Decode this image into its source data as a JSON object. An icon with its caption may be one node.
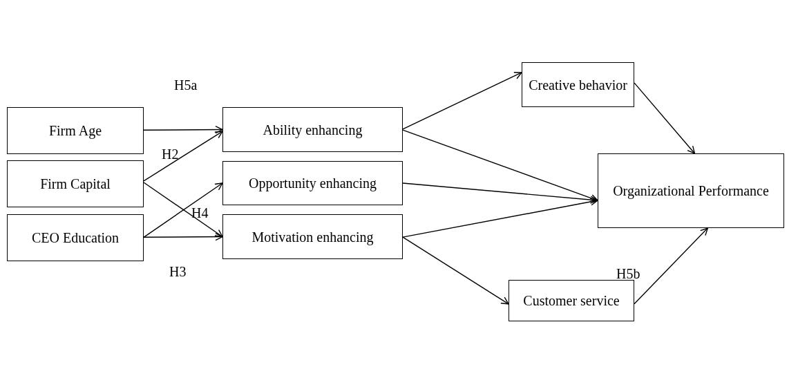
{
  "diagram": {
    "nodes": [
      {
        "text": [
          "Firm Age"
        ]
      },
      {
        "text": [
          "Firm Capital"
        ]
      },
      {
        "text": [
          "CEO Education"
        ]
      },
      {
        "text": [
          "Ability enhancing"
        ]
      },
      {
        "text": [
          "Opportunity enhancing"
        ]
      },
      {
        "text": [
          "Motivation enhancing"
        ]
      },
      {
        "text": [
          "Creative behavior"
        ]
      },
      {
        "text": [
          "Organizational Performance"
        ]
      },
      {
        "text": [
          "Customer service"
        ]
      }
    ],
    "edges": [
      {
        "from": 0,
        "to": 3,
        "arrow": "to"
      },
      {
        "from": 1,
        "to": 3,
        "arrow": "to"
      },
      {
        "from": 1,
        "to": 5,
        "arrow": "to"
      },
      {
        "from": 2,
        "to": 4,
        "arrow": "to"
      },
      {
        "from": 2,
        "to": 5,
        "arrow": "to"
      },
      {
        "from": 3,
        "to": 6,
        "arrow": "to"
      },
      {
        "from": 3,
        "to": 7,
        "arrow": "to"
      },
      {
        "from": 4,
        "to": 7,
        "arrow": "to"
      },
      {
        "from": 5,
        "to": 7,
        "arrow": "to"
      },
      {
        "from": 5,
        "to": 8,
        "arrow": "to"
      },
      {
        "from": 6,
        "to": 7,
        "arrow": "to"
      },
      {
        "from": 8,
        "to": 7,
        "arrow": "to"
      }
    ],
    "labels": [
      "H5a",
      "H2",
      "H4",
      "H3",
      "H5b"
    ]
  }
}
